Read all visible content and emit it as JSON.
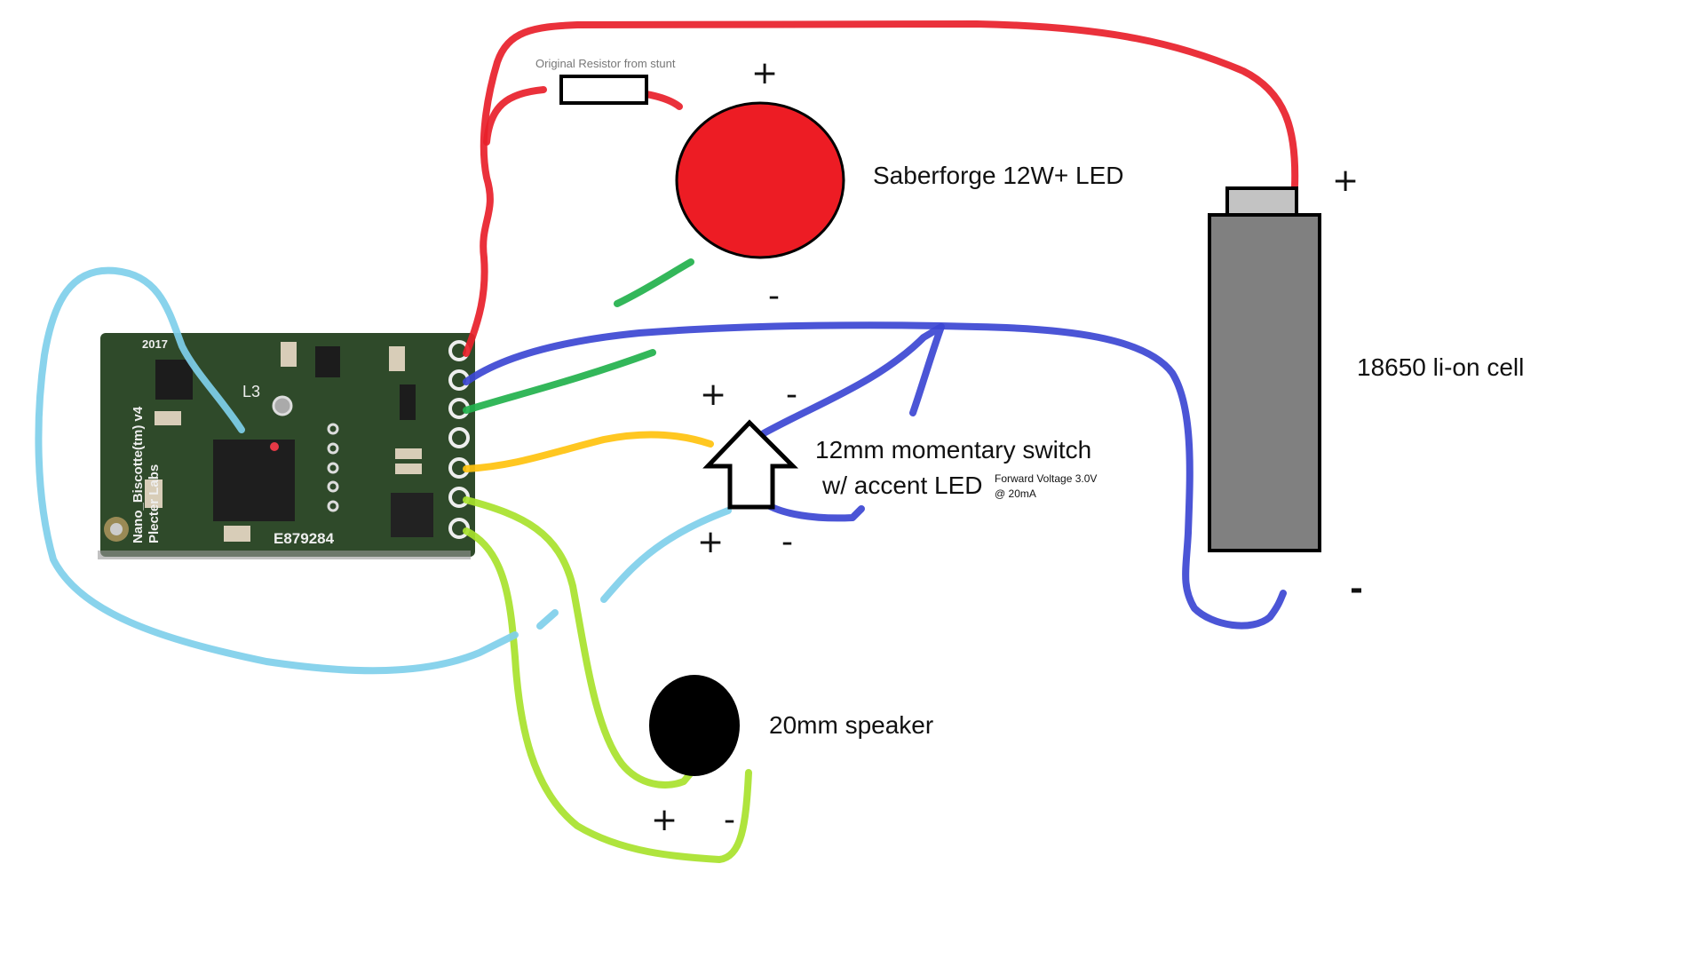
{
  "labels": {
    "resistor": "Original Resistor from stunt",
    "led": "Saberforge 12W+ LED",
    "switch_line1": "12mm momentary switch",
    "switch_line2": "w/ accent LED",
    "forward_voltage_line1": "Forward Voltage 3.0V",
    "forward_voltage_line2": "@ 20mA",
    "battery": "18650 li-on cell",
    "speaker": "20mm speaker"
  },
  "polarity": {
    "plus": "+",
    "minus": "-"
  },
  "board_markings": {
    "model": "Nano_Biscotte(tm) v4",
    "maker": "Plecter Labs",
    "year": "2017",
    "inductor": "L3",
    "serial": "E879284"
  },
  "colors": {
    "red_wire": "#e8202a",
    "blue_wire": "#3c46d2",
    "green_wire": "#22b14c",
    "yellow_wire": "#ffc20e",
    "lime_wire": "#a8e22c",
    "light_blue_wire": "#7fcfea",
    "led_fill": "#ed1c24",
    "battery_body": "#808080",
    "battery_cap": "#c3c3c3",
    "pcb": "#2f4a2a"
  }
}
